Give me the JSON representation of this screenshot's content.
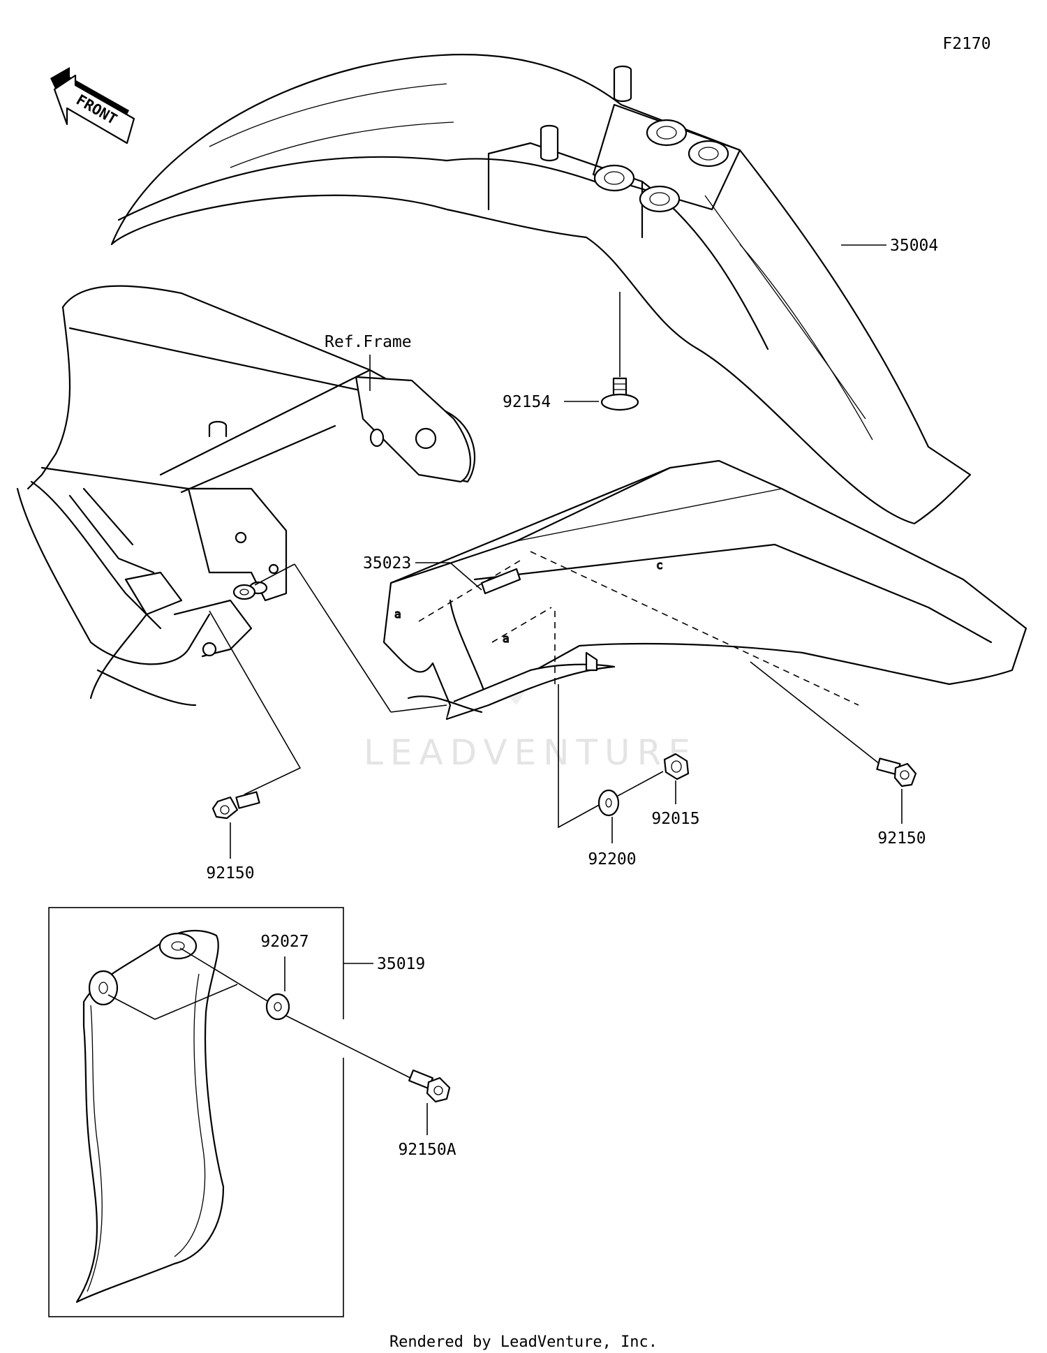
{
  "diagram_id": "F2170",
  "front_label": "FRONT",
  "ref_label": "Ref.Frame",
  "watermark": "LEADVENTURE",
  "footer": "Rendered by LeadVenture, Inc.",
  "callouts": {
    "front_fender": "35004",
    "fender_bolt_top": "92154",
    "inner_fender": "35023",
    "bolt_left": "92150",
    "bolt_right": "92150",
    "nut": "92015",
    "washer": "92200",
    "guard_kit": "35019",
    "collar": "92027",
    "guard_bolt": "92150A"
  }
}
